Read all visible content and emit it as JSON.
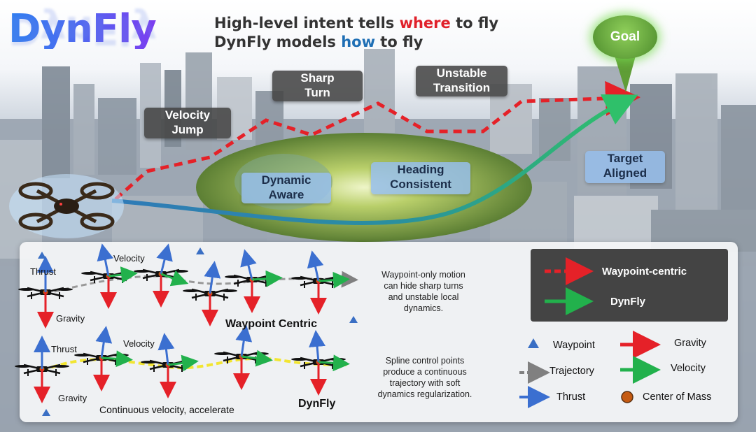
{
  "logo": {
    "text": "DynFly"
  },
  "headline": {
    "line1_pre": "High-level intent tells ",
    "line1_em": "where",
    "line1_post": " to fly",
    "line2_pre": "DynFly models ",
    "line2_em": "how",
    "line2_post": " to fly"
  },
  "goal": {
    "label": "Goal"
  },
  "issues": {
    "velocity_jump": [
      "Velocity",
      "Jump"
    ],
    "sharp_turn": [
      "Sharp",
      "Turn"
    ],
    "unstable_transition": [
      "Unstable",
      "Transition"
    ]
  },
  "benefits": {
    "dynamic_aware": [
      "Dynamic",
      "Aware"
    ],
    "heading_consistent": [
      "Heading",
      "Consistent"
    ],
    "target_aligned": [
      "Target",
      "Aligned"
    ]
  },
  "waypoint_panel": {
    "thrust": "Thrust",
    "velocity": "Velocity",
    "gravity": "Gravity",
    "title": "Waypoint Centric",
    "note": [
      "Waypoint-only motion",
      "can hide sharp turns",
      "and unstable local",
      "dynamics."
    ]
  },
  "dynfly_panel": {
    "thrust": "Thrust",
    "velocity": "Velocity",
    "gravity": "Gravity",
    "caption": "Continuous velocity, accelerate",
    "title": "DynFly",
    "note": [
      "Spline control points",
      "produce a continuous",
      "trajectory with soft",
      "dynamics regularization."
    ]
  },
  "legend": {
    "waypoint_centric": "Waypoint-centric",
    "dynfly": "DynFly",
    "waypoint": "Waypoint",
    "trajectory": "Trajectory",
    "thrust": "Thrust",
    "gravity": "Gravity",
    "velocity": "Velocity",
    "center_of_mass": "Center of Mass"
  },
  "colors": {
    "waypoint_path": "#e52128",
    "dynfly_path_start": "#2f6fc0",
    "dynfly_path_end": "#2fbf6a",
    "thrust": "#3b6fd0",
    "gravity": "#e52128",
    "velocity": "#22b14c",
    "trajectory": "#808080",
    "waypoint": "#3a6fc4",
    "center_of_mass": "#c55a11",
    "spline": "#f2e531"
  }
}
